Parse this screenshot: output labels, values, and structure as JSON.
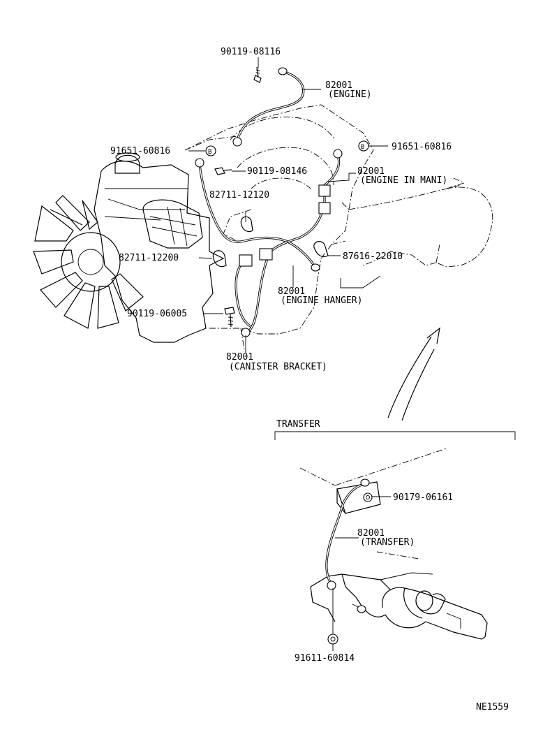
{
  "diagram_id": "NE1559",
  "section_label": "TRANSFER",
  "callouts": {
    "bolt_top": "90119-08116",
    "strap_engine_part": "82001",
    "strap_engine_desc": "(ENGINE)",
    "washer_left": "91651-60816",
    "washer_right": "91651-60816",
    "bolt_mid": "90119-08146",
    "strap_mani_part": "82001",
    "strap_mani_desc": "(ENGINE IN MANI)",
    "clamp_upper": "82711-12120",
    "clamp_lower": "82711-12200",
    "clamp_right": "87616-22010",
    "strap_hanger_part": "82001",
    "strap_hanger_desc": "(ENGINE HANGER)",
    "bolt_low": "90119-06005",
    "strap_canister_part": "82001",
    "strap_canister_desc": "(CANISTER BRACKET)",
    "nut_transfer": "90179-06161",
    "strap_transfer_part": "82001",
    "strap_transfer_desc": "(TRANSFER)",
    "nut_bottom": "91611-60814"
  },
  "marker_letter": "B"
}
